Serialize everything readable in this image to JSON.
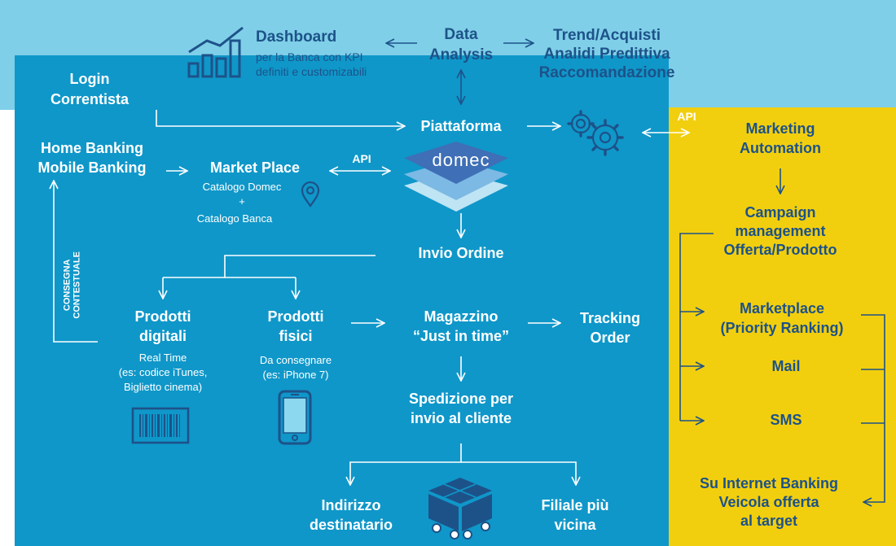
{
  "colors": {
    "top_band": "#7fcfe8",
    "main_blue": "#0f97c9",
    "yellow": "#f2cf0e",
    "navy": "#1d5289",
    "white": "#ffffff"
  },
  "top": {
    "dashboard_title": "Dashboard",
    "dashboard_desc_1": "per la Banca con KPI",
    "dashboard_desc_2": "definiti  e customizabili",
    "data_analysis_1": "Data",
    "data_analysis_2": "Analysis",
    "trend_1": "Trend/Acquisti",
    "trend_2": "Analidi Predittiva",
    "trend_3": "Raccomandazione"
  },
  "main": {
    "login_1": "Login",
    "login_2": "Correntista",
    "piattaforma": "Piattaforma",
    "domec_logo": "domec",
    "home_banking_1": "Home Banking",
    "home_banking_2": "Mobile Banking",
    "market_place": "Market Place",
    "catalogo_domec": "Catalogo Domec",
    "plus": "+",
    "catalogo_banca": "Catalogo Banca",
    "api_market": "API",
    "invio_ordine": "Invio Ordine",
    "consegna_1": "CONSEGNA",
    "consegna_2": "CONTESTUALE",
    "digitali_1": "Prodotti",
    "digitali_2": "digitali",
    "digitali_desc_1": "Real Time",
    "digitali_desc_2": "(es: codice iTunes,",
    "digitali_desc_3": "Biglietto  cinema)",
    "fisici_1": "Prodotti",
    "fisici_2": "fisici",
    "fisici_desc_1": "Da consegnare",
    "fisici_desc_2": "(es: iPhone 7)",
    "magazzino_1": "Magazzino",
    "magazzino_2": "“Just in time”",
    "tracking_1": "Tracking",
    "tracking_2": "Order",
    "spedizione_1": "Spedizione per",
    "spedizione_2": "invio al cliente",
    "indirizzo_1": "Indirizzo",
    "indirizzo_2": "destinatario",
    "filiale_1": "Filiale più",
    "filiale_2": "vicina"
  },
  "side": {
    "api_label": "API",
    "marketing_1": "Marketing",
    "marketing_2": "Automation",
    "campaign_1": "Campaign",
    "campaign_2": "management",
    "campaign_3": "Offerta/Prodotto",
    "marketplace_1": "Marketplace",
    "marketplace_2": "(Priority Ranking)",
    "mail": "Mail",
    "sms": "SMS",
    "internet_1": "Su Internet Banking",
    "internet_2": "Veicola offerta",
    "internet_3": "al target"
  },
  "icons": [
    "bar-chart-icon",
    "gears-icon",
    "domec-layers-icon",
    "location-pin-icon",
    "barcode-icon",
    "smartphone-icon",
    "delivery-box-icon"
  ]
}
